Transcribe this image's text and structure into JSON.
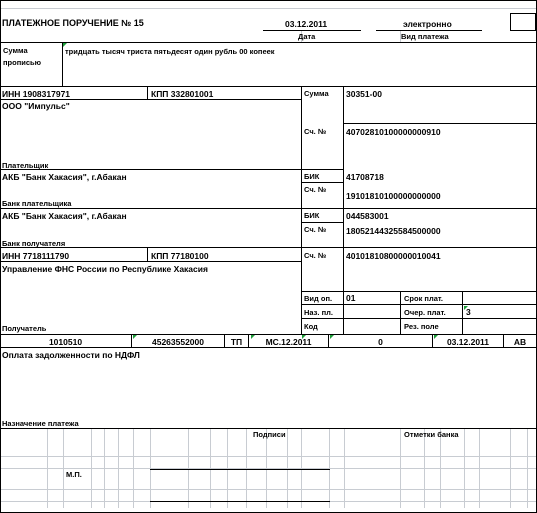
{
  "header": {
    "title": "ПЛАТЕЖНОЕ ПОРУЧЕНИЕ № 15",
    "date_value": "03.12.2011",
    "date_caption": "Дата",
    "payment_kind_value": "электронно",
    "payment_kind_caption": "Вид платежа"
  },
  "amount_words": {
    "label_1": "Сумма",
    "label_2": "прописью",
    "value": "тридцать тысяч триста пятьдесят один рубль 00 копеек"
  },
  "payer": {
    "inn": "ИНН 1908317971",
    "kpp": "КПП 332801001",
    "name": "ООО \"Импульс\"",
    "caption": "Плательщик",
    "sum_label": "Сумма",
    "sum_value": "30351-00",
    "account_label": "Сч. №",
    "account_value": "40702810100000000910"
  },
  "payer_bank": {
    "name": "АКБ \"Банк Хакасия\", г.Абакан",
    "caption": "Банк плательщика",
    "bik_label": "БИК",
    "bik_value": "41708718",
    "account_label": "Сч. №",
    "account_value": "19101810100000000000"
  },
  "recipient_bank": {
    "name": "АКБ \"Банк Хакасия\", г.Абакан",
    "caption": "Банк получателя",
    "bik_label": "БИК",
    "bik_value": "044583001",
    "account_label": "Сч. №",
    "account_value": "18052144325584500000"
  },
  "recipient": {
    "inn": "ИНН 7718111790",
    "kpp": "КПП  77180100",
    "name": "Управление ФНС России по Республике Хакасия",
    "caption": "Получатель",
    "account_label": "Сч. №",
    "account_value": "40101810800000010041"
  },
  "operation": {
    "vid_op_label": "Вид оп.",
    "vid_op_value": "01",
    "naz_pl_label": "Наз. пл.",
    "code_label": "Код",
    "srok_label": "Срок плат.",
    "ocher_label": "Очер. плат.",
    "ocher_value": "3",
    "rez_label": "Рез. поле"
  },
  "tax_row": {
    "kbk": "1010510",
    "okato": "45263552000",
    "basis": "ТП",
    "period": "МС.12.2011",
    "doc_number": "0",
    "doc_date": "03.12.2011",
    "type": "АВ"
  },
  "purpose": {
    "text": "Оплата задолженности по НДФЛ",
    "caption": "Назначение платежа"
  },
  "signatures": {
    "signature_caption": "Подписи",
    "bank_marks_caption": "Отметки банка",
    "stamp_label": "М.П."
  },
  "colors": {
    "frame": "#000000",
    "grid": "#c8ccd2",
    "comment_marker": "#1e9e3a"
  }
}
